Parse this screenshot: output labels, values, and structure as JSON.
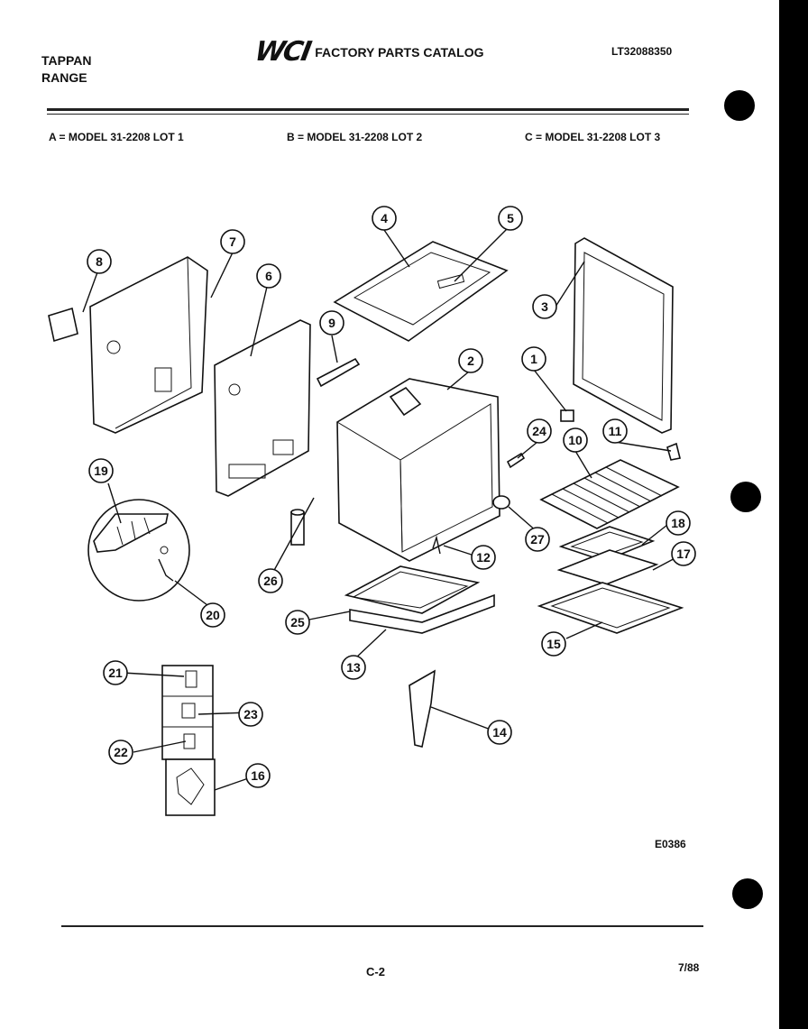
{
  "header": {
    "brand_line1": "TAPPAN",
    "brand_line2": "RANGE",
    "logo_text": "WCI",
    "catalog_title": "FACTORY PARTS CATALOG",
    "document_number": "LT32088350"
  },
  "models": {
    "a": "A = MODEL 31-2208 LOT 1",
    "b": "B = MODEL 31-2208 LOT 2",
    "c": "C = MODEL 31-2208 LOT 3"
  },
  "callouts": [
    "1",
    "2",
    "3",
    "4",
    "5",
    "6",
    "7",
    "8",
    "9",
    "10",
    "11",
    "12",
    "13",
    "14",
    "15",
    "16",
    "17",
    "18",
    "19",
    "20",
    "21",
    "22",
    "23",
    "24",
    "25",
    "26",
    "27"
  ],
  "footer": {
    "figure_code": "E0386",
    "page_number": "C-2",
    "date": "7/88"
  }
}
